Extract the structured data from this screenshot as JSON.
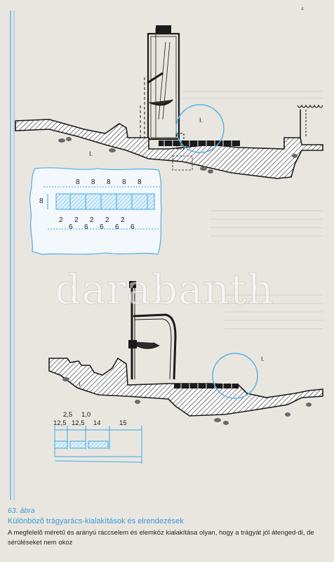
{
  "figure": {
    "number": "63. ábra",
    "title": "Különböző trágyarács-kialakítások és elrendezések",
    "text": "A megfelelő méretű és arányú ráccselem és elemköz kialakítása olyan, hogy a trágyát jól átenged-di, de sérüléseket nem okoz"
  },
  "page_number": "4",
  "watermark": "darabanth",
  "top_diagram": {
    "labels": [
      "I.",
      "I."
    ],
    "detail_dimensions": {
      "top_row": [
        "8",
        "8",
        "8",
        "8",
        "8"
      ],
      "left": "8",
      "bottom_row_a": [
        "2",
        "2",
        "2",
        "2",
        "2"
      ],
      "bottom_row_b": [
        "6",
        "6",
        "6",
        "6",
        "6"
      ]
    }
  },
  "bottom_diagram": {
    "labels": [
      "I.",
      "I."
    ],
    "dimensions": {
      "row1": [
        "2,5",
        "1,0"
      ],
      "row2": [
        "12,5",
        "12,5",
        "14",
        "15"
      ]
    }
  },
  "colors": {
    "accent": "#3a9bd6",
    "blue_lines": "#58b4e6",
    "ink": "#1a1a1a"
  }
}
